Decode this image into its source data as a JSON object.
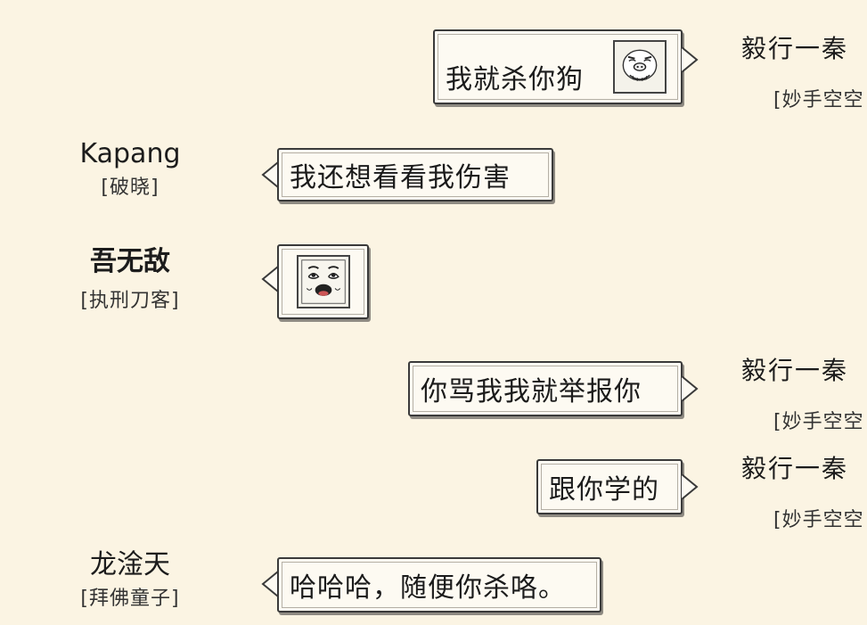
{
  "messages": [
    {
      "side": "right",
      "sender": "毅行一秦",
      "title": "[妙手空空",
      "text": "我就杀你狗",
      "emoticon": "pig-face-icon"
    },
    {
      "side": "left",
      "sender": "Kapang",
      "title": "[破晓]",
      "text": "我还想看看我伤害"
    },
    {
      "side": "left",
      "sender": "吾无敌",
      "title": "[执刑刀客]",
      "text": "",
      "emoticon": "laughing-face-icon"
    },
    {
      "side": "right",
      "sender": "毅行一秦",
      "title": "[妙手空空",
      "text": "你骂我我就举报你"
    },
    {
      "side": "right",
      "sender": "毅行一秦",
      "title": "[妙手空空",
      "text": "跟你学的"
    },
    {
      "side": "left",
      "sender": "龙淦天",
      "title": "[拜佛童子]",
      "text": "哈哈哈，随便你杀咯。"
    }
  ]
}
